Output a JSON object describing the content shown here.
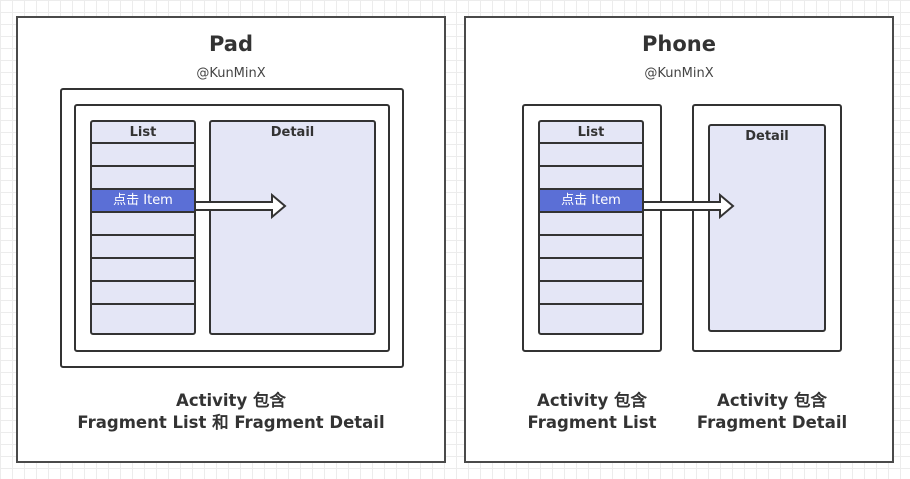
{
  "pad": {
    "title": "Pad",
    "subtitle": "@KunMinX",
    "list_header": "List",
    "highlight_item": "点击 Item",
    "detail_label": "Detail",
    "caption_line1": "Activity 包含",
    "caption_line2": "Fragment List 和 Fragment Detail"
  },
  "phone": {
    "title": "Phone",
    "subtitle": "@KunMinX",
    "list_header": "List",
    "highlight_item": "点击 Item",
    "detail_label": "Detail",
    "caption_left_line1": "Activity 包含",
    "caption_left_line2": "Fragment List",
    "caption_right_line1": "Activity 包含",
    "caption_right_line2": "Fragment Detail"
  },
  "colors": {
    "list_fill": "#e4e6f6",
    "highlight_fill": "#5b6fd6",
    "stroke": "#333333"
  }
}
